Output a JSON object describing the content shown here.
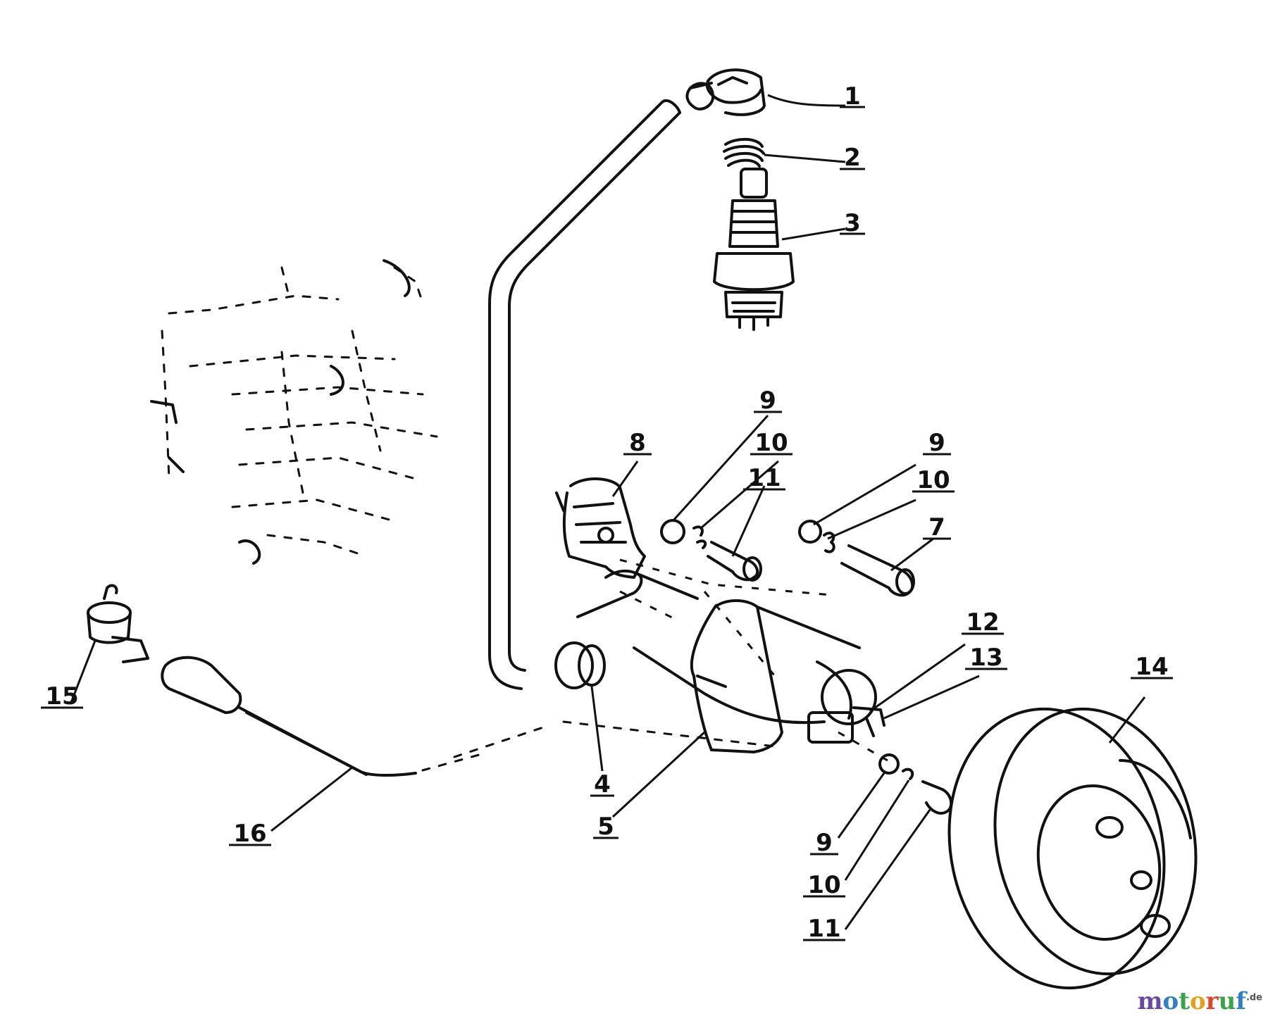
{
  "parts": [
    {
      "id": "p1",
      "number": "1"
    },
    {
      "id": "p2",
      "number": "2"
    },
    {
      "id": "p3",
      "number": "3"
    },
    {
      "id": "p4",
      "number": "4"
    },
    {
      "id": "p5",
      "number": "5"
    },
    {
      "id": "p7",
      "number": "7"
    },
    {
      "id": "p8",
      "number": "8"
    },
    {
      "id": "p9a",
      "number": "9"
    },
    {
      "id": "p10a",
      "number": "10"
    },
    {
      "id": "p11a",
      "number": "11"
    },
    {
      "id": "p9b",
      "number": "9"
    },
    {
      "id": "p10b",
      "number": "10"
    },
    {
      "id": "p12",
      "number": "12"
    },
    {
      "id": "p13",
      "number": "13"
    },
    {
      "id": "p14",
      "number": "14"
    },
    {
      "id": "p15",
      "number": "15"
    },
    {
      "id": "p16",
      "number": "16"
    },
    {
      "id": "p9c",
      "number": "9"
    },
    {
      "id": "p10c",
      "number": "10"
    },
    {
      "id": "p11c",
      "number": "11"
    }
  ],
  "watermark": {
    "letters": [
      "m",
      "o",
      "t",
      "o",
      "r",
      "u",
      "f"
    ],
    "letter_colors": [
      "#6a4aa0",
      "#2f7fc1",
      "#3aa24a",
      "#e0a21c",
      "#d9472b",
      "#3aa24a",
      "#2f7fc1"
    ],
    "suffix": ".de"
  }
}
